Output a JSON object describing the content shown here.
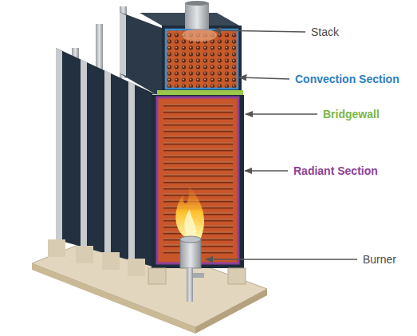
{
  "diagram": {
    "labels": [
      "Stack",
      "Convection Section",
      "Bridgewall",
      "Radiant Section",
      "Burner"
    ]
  }
}
